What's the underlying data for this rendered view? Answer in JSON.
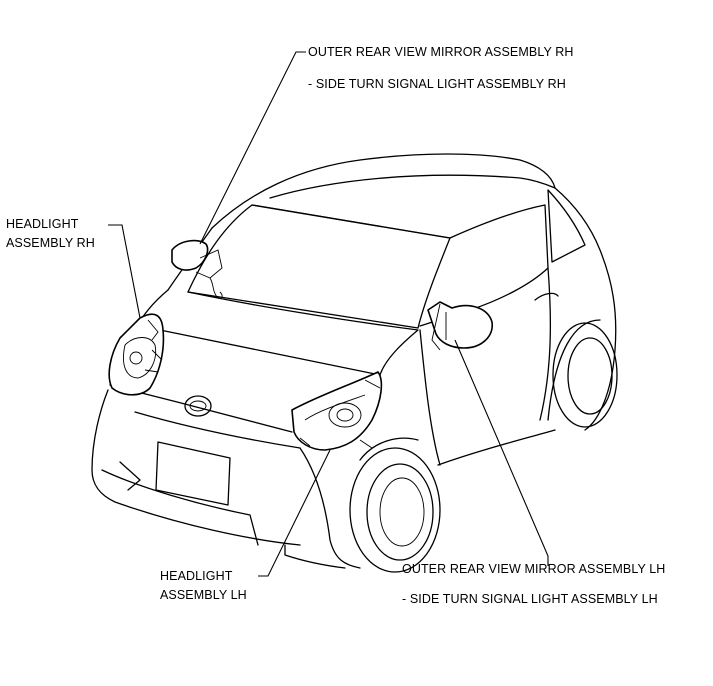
{
  "callouts": {
    "mirror_rh": "OUTER REAR VIEW MIRROR ASSEMBLY RH",
    "signal_rh": "- SIDE TURN SIGNAL LIGHT ASSEMBLY RH",
    "headlight_rh_line1": "HEADLIGHT",
    "headlight_rh_line2": "ASSEMBLY RH",
    "headlight_lh_line1": "HEADLIGHT",
    "headlight_lh_line2": "ASSEMBLY LH",
    "mirror_lh": "OUTER REAR VIEW MIRROR ASSEMBLY LH",
    "signal_lh": "- SIDE TURN SIGNAL LIGHT ASSEMBLY LH"
  }
}
